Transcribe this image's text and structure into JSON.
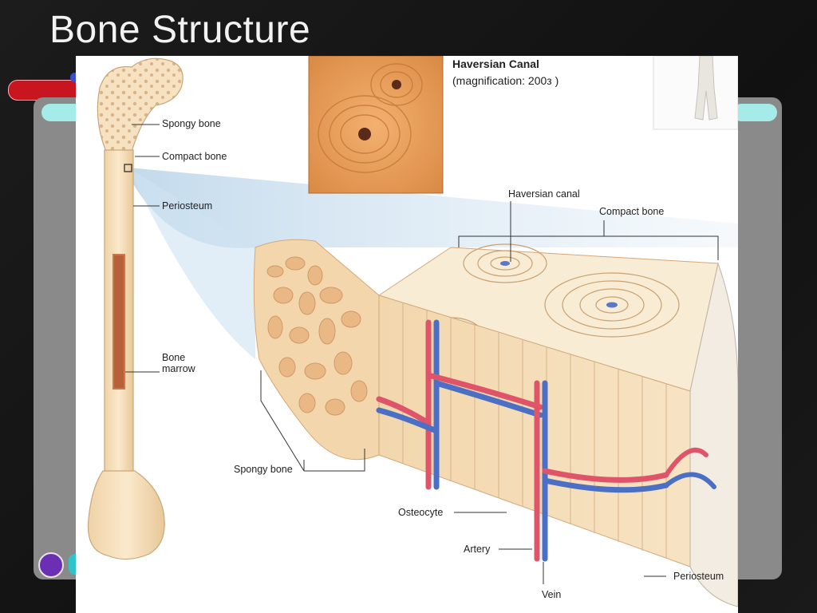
{
  "slide": {
    "title": "Bone Structure"
  },
  "figure": {
    "micrograph": {
      "title": "Haversian Canal",
      "magnification": "(magnification: 200з )"
    },
    "labels": {
      "spongy_bone_top": "Spongy bone",
      "compact_bone_top": "Compact bone",
      "periosteum_left": "Periosteum",
      "bone_marrow": "Bone\nmarrow",
      "haversian_canal": "Haversian canal",
      "compact_bone_right": "Compact bone",
      "spongy_bone_bottom": "Spongy bone",
      "osteocyte": "Osteocyte",
      "artery": "Artery",
      "vein": "Vein",
      "periosteum_right": "Periosteum"
    }
  },
  "colors": {
    "bone": "#f4dcb4",
    "bone_dark": "#e2be8a",
    "artery": "#e0546a",
    "vein": "#4a6fc4",
    "micrograph": "#e8a060"
  }
}
